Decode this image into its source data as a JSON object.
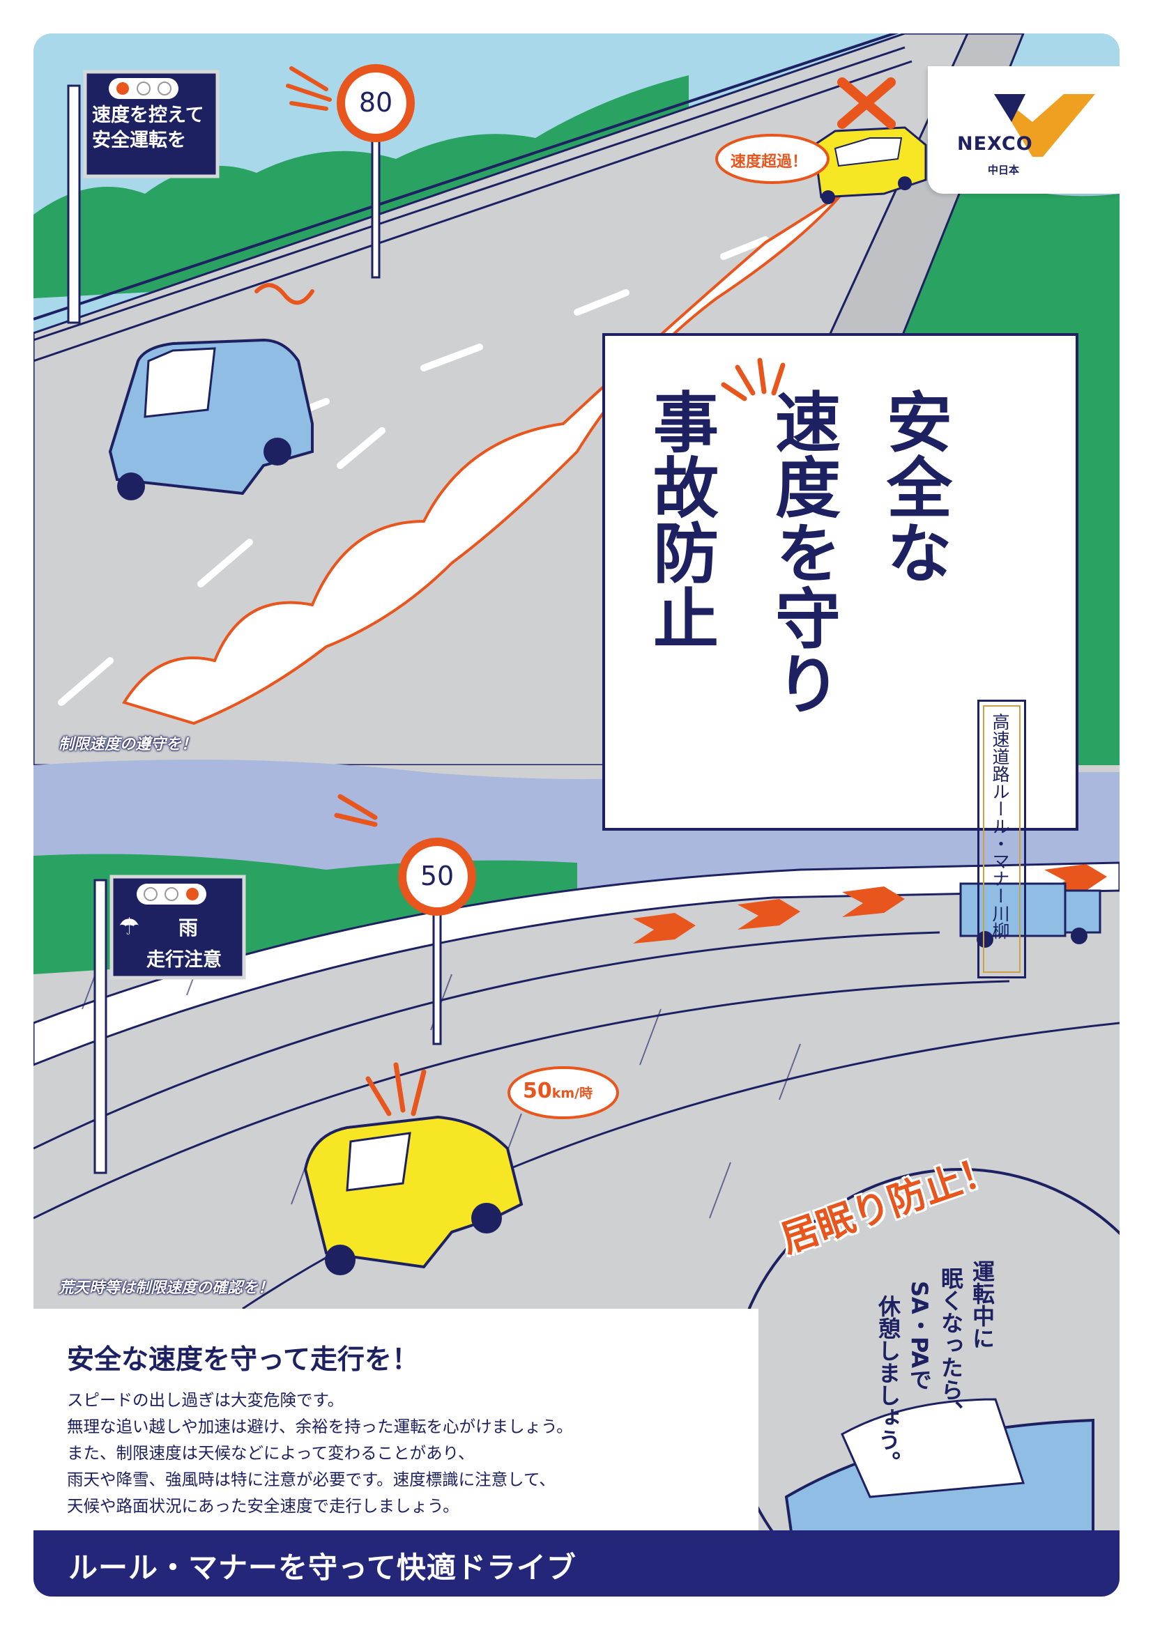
{
  "logo": {
    "brand": "NEXCO",
    "region": "中日本"
  },
  "top_scene": {
    "sign_lines": [
      "速度を控えて",
      "安全運転を"
    ],
    "speed_limit": "80",
    "bubble": "速度超過！",
    "caption": "制限速度の遵守を！"
  },
  "title": {
    "lines": [
      "安全な",
      "速度を守り",
      "事故防止"
    ],
    "label": "高速道路ルール・マナー川柳"
  },
  "bottom_scene": {
    "sign_weather": "雨",
    "sign_caution": "走行注意",
    "speed_limit": "50",
    "bubble_num": "50",
    "bubble_unit": "km/時",
    "caption": "荒天時等は制限速度の確認を！"
  },
  "drowsy": {
    "title": "居眠り防止！",
    "lines": [
      "運転中に",
      "眠くなったら、",
      "SA・PAで",
      "休憩しましょう。"
    ]
  },
  "panel": {
    "heading": "安全な速度を守って走行を！",
    "body": [
      "スピードの出し過ぎは大変危険です。",
      "無理な追い越しや加速は避け、余裕を持った運転を心がけましょう。",
      "また、制限速度は天候などによって変わることがあり、",
      "雨天や降雪、強風時は特に注意が必要です。速度標識に注意して、",
      "天候や路面状況にあった安全速度で走行しましょう。"
    ]
  },
  "footer": "ルール・マナーを守って快適ドライブ",
  "colors": {
    "navy": "#1d2161",
    "orange": "#e8561d",
    "green": "#2aa362",
    "sky": "#a9d8ea",
    "yellow": "#f6e623",
    "blue_car": "#8fbde3"
  }
}
